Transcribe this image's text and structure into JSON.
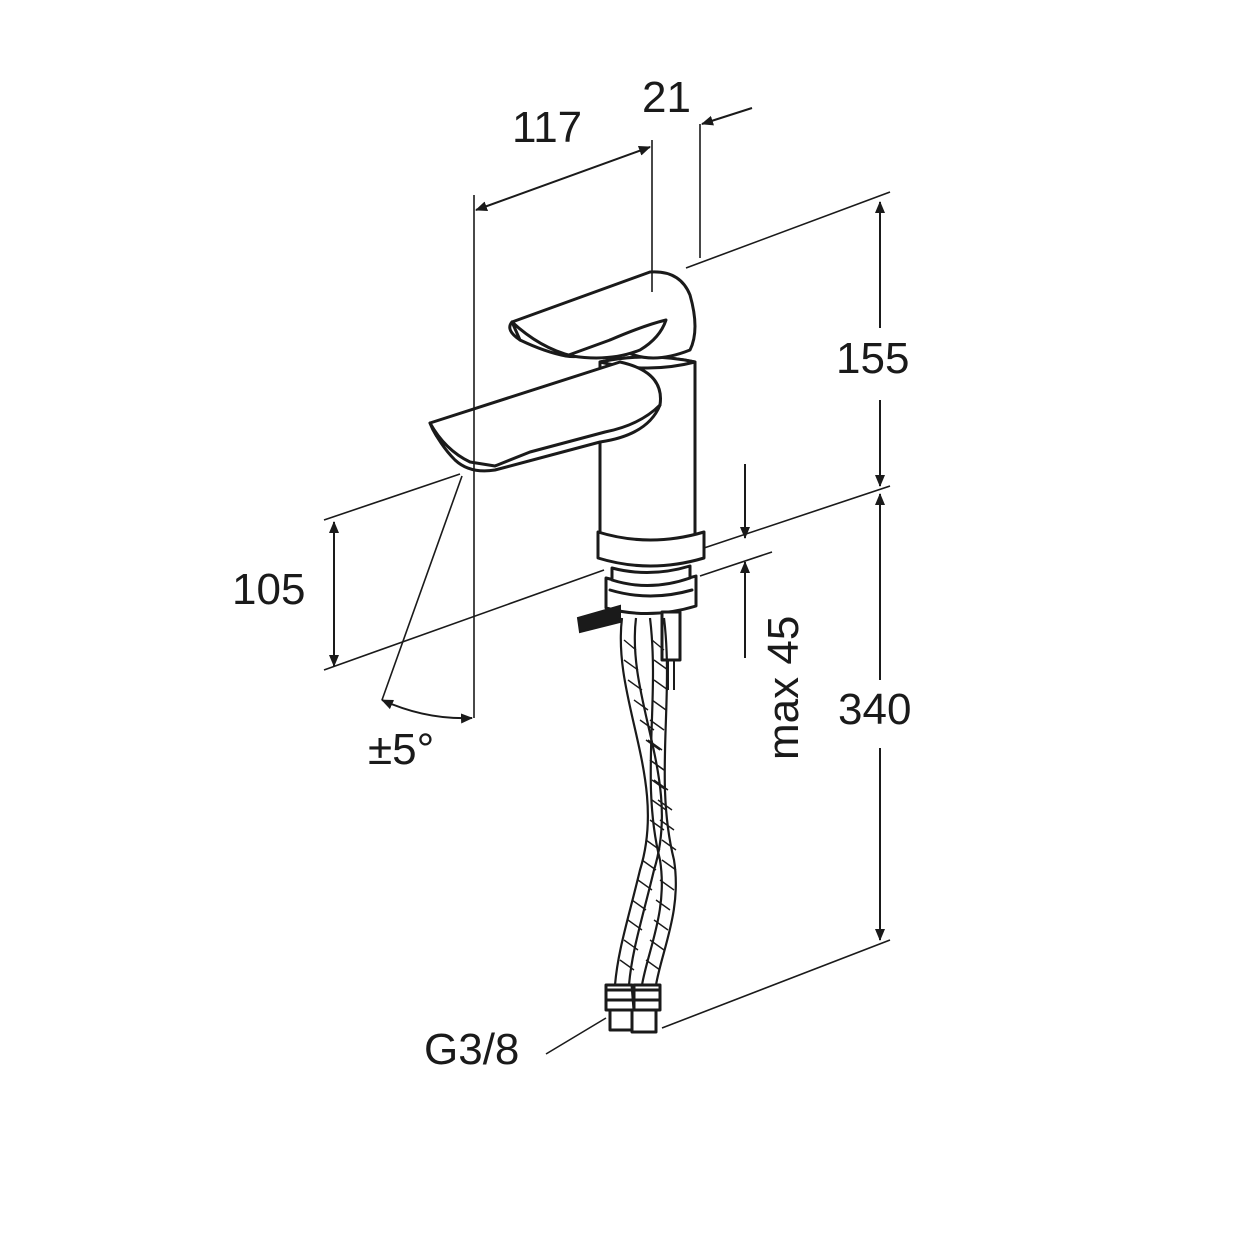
{
  "diagram": {
    "dimensions": {
      "spout_reach": "117",
      "handle_offset": "21",
      "faucet_height": "155",
      "spout_height": "105",
      "swivel_angle": "±5°",
      "max_deck_thickness": "max 45",
      "hose_length": "340",
      "hose_connection": "G3/8"
    }
  }
}
